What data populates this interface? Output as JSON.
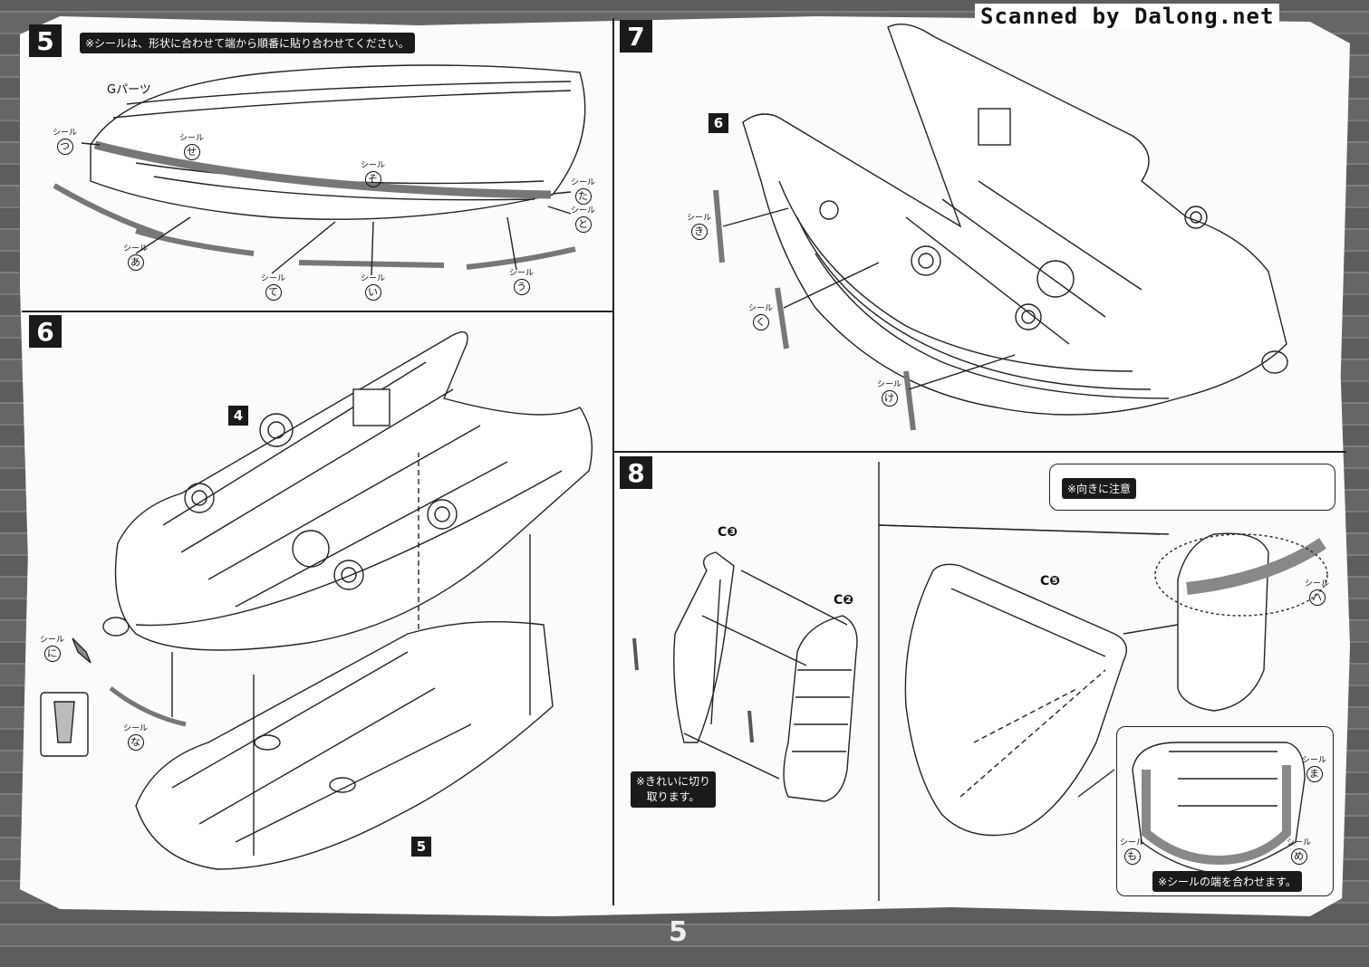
{
  "watermark": "Scanned by Dalong.net",
  "page_number": "5",
  "step5": {
    "number": "5",
    "instruction": "※シールは、形状に合わせて端から順番に貼り合わせてください。",
    "part_label": "Gパーツ",
    "seal_word": "シール",
    "seals": [
      "つ",
      "せ",
      "そ",
      "た",
      "と",
      "あ",
      "て",
      "い",
      "う"
    ]
  },
  "step6": {
    "number": "6",
    "ref_top": "4",
    "ref_bottom": "5",
    "seal_word": "シール",
    "seals": [
      "に",
      "な"
    ]
  },
  "step7": {
    "number": "7",
    "ref": "6",
    "seal_word": "シール",
    "seals": [
      "き",
      "く",
      "け"
    ]
  },
  "step8": {
    "number": "8",
    "part_c3": "C❸",
    "part_c2": "C❷",
    "part_c5": "C❺",
    "cut_note_line1": "※きれいに切り",
    "cut_note_line2": "取ります。",
    "direction_note": "※向きに注意",
    "align_note": "※シールの端を合わせます。",
    "seal_word": "シール",
    "seals": [
      "ハ",
      "ま",
      "も",
      "め"
    ]
  }
}
